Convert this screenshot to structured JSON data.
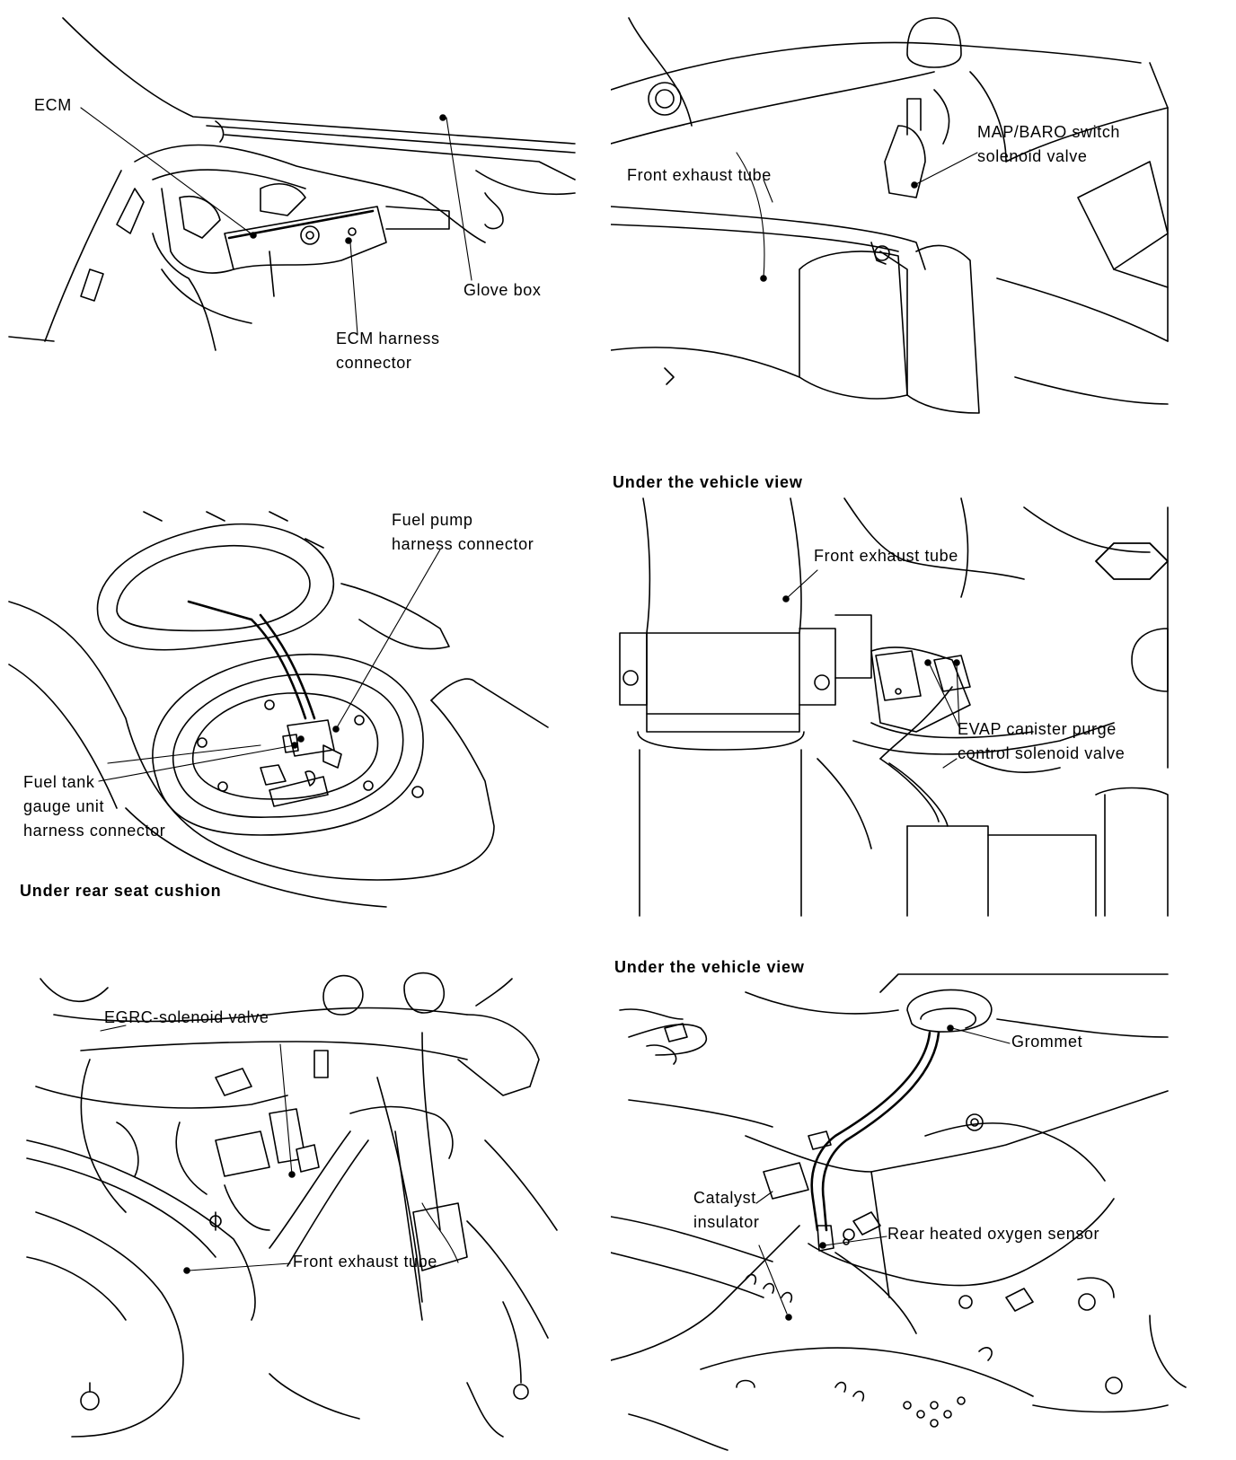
{
  "panels": {
    "ecm": {
      "labels": {
        "ecm": "ECM",
        "glove_box": "Glove box",
        "ecm_harness_connector": "ECM harness\nconnector"
      }
    },
    "map_baro": {
      "labels": {
        "map_baro_valve": "MAP/BARO switch\nsolenoid valve",
        "front_exhaust_tube": "Front exhaust tube"
      }
    },
    "fuel_pump": {
      "labels": {
        "fuel_pump_connector": "Fuel pump\nharness connector",
        "fuel_tank_gauge_connector": "Fuel tank\ngauge unit\nharness connector"
      },
      "caption": "Under rear seat cushion"
    },
    "evap": {
      "caption": "Under the vehicle view",
      "labels": {
        "front_exhaust_tube": "Front exhaust tube",
        "evap_valve": "EVAP canister purge\ncontrol solenoid valve"
      }
    },
    "egrc": {
      "labels": {
        "egrc_valve": "EGRC-solenoid valve",
        "front_exhaust_tube": "Front exhaust tube"
      }
    },
    "rear_o2": {
      "caption": "Under the vehicle view",
      "labels": {
        "grommet": "Grommet",
        "catalyst_insulator": "Catalyst\ninsulator",
        "rear_o2_sensor": "Rear heated oxygen sensor"
      }
    }
  }
}
